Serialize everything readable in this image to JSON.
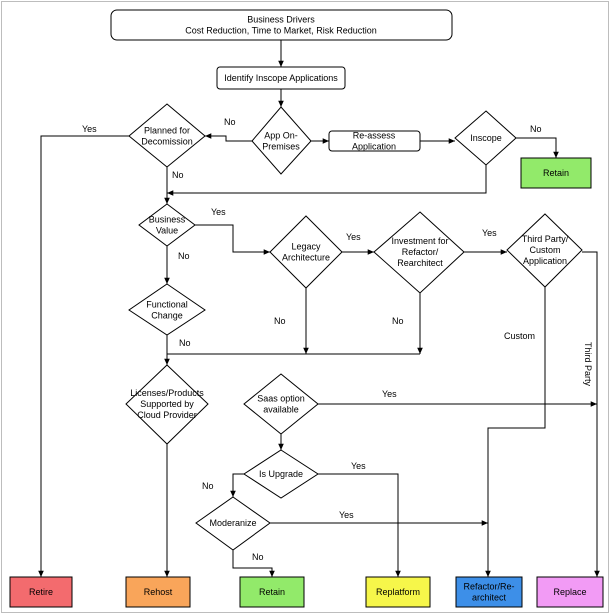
{
  "nodes": {
    "business_drivers": {
      "lines": [
        "Business Drivers",
        "Cost Reduction, Time to Market, Risk Reduction"
      ]
    },
    "identify_inscope": {
      "lines": [
        "Identify Inscope Applications"
      ]
    },
    "app_on_premises": {
      "lines": [
        "App On-",
        "Premises"
      ]
    },
    "planned_decommission": {
      "lines": [
        "Planned for",
        "Decomission"
      ]
    },
    "reassess": {
      "lines": [
        "Re-assess",
        "Application"
      ]
    },
    "inscope": {
      "lines": [
        "Inscope"
      ]
    },
    "retain_top": {
      "lines": [
        "Retain"
      ]
    },
    "business_value": {
      "lines": [
        "Business",
        "Value"
      ]
    },
    "legacy_architecture": {
      "lines": [
        "Legacy",
        "Architecture"
      ]
    },
    "investment_refactor": {
      "lines": [
        "Investment for",
        "Refactor/",
        "Rearchitect"
      ]
    },
    "third_party_custom": {
      "lines": [
        "Third Party/",
        "Custom",
        "Application"
      ]
    },
    "functional_change": {
      "lines": [
        "Functional",
        "Change"
      ]
    },
    "licenses_products": {
      "lines": [
        "Licenses/Products",
        "Supported by",
        "Cloud Provider"
      ]
    },
    "saas_option": {
      "lines": [
        "Saas option",
        "available"
      ]
    },
    "is_upgrade": {
      "lines": [
        "Is Upgrade"
      ]
    },
    "moderanize": {
      "lines": [
        "Moderanize"
      ]
    },
    "retire": {
      "lines": [
        "Retire"
      ]
    },
    "rehost": {
      "lines": [
        "Rehost"
      ]
    },
    "retain_bottom": {
      "lines": [
        "Retain"
      ]
    },
    "replatform": {
      "lines": [
        "Replatform"
      ]
    },
    "refactor_rearchitect": {
      "lines": [
        "Refactor/Re-",
        "architect"
      ]
    },
    "replace": {
      "lines": [
        "Replace"
      ]
    }
  },
  "edge_labels": {
    "planned_yes": "Yes",
    "onprem_no": "No",
    "inscope_no": "No",
    "planned_no": "No",
    "bv_yes": "Yes",
    "bv_no": "No",
    "legacy_yes": "Yes",
    "legacy_no": "No",
    "investment_yes": "Yes",
    "investment_no": "No",
    "functional_no": "No",
    "custom": "Custom",
    "third_party": "Third Party",
    "saas_yes": "Yes",
    "upgrade_yes": "Yes",
    "upgrade_no": "No",
    "moderanize_yes": "Yes",
    "moderanize_no": "No"
  },
  "colors": {
    "retire": "#f36b6e",
    "rehost": "#f9a55a",
    "retain": "#92ea6a",
    "replatform": "#f6f64a",
    "refactor": "#3d8fe8",
    "replace": "#f29bf5",
    "stroke": "#000000",
    "frame": "#bdbdbd"
  }
}
